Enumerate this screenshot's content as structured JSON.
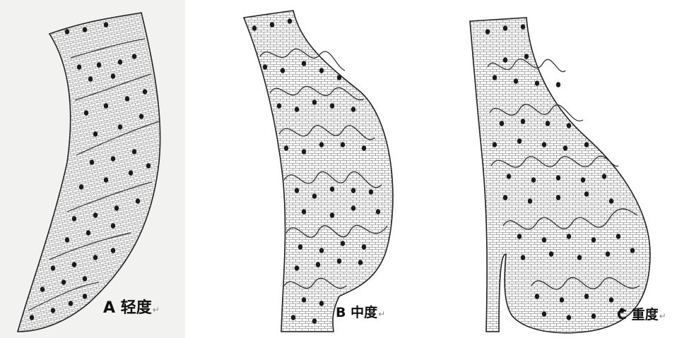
{
  "panels": [
    {
      "letter": "A",
      "label": "轻度",
      "return_mark": "↵"
    },
    {
      "letter": "B",
      "label": "中度",
      "return_mark": "↵"
    },
    {
      "letter": "C",
      "label": "重度",
      "return_mark": "↵"
    }
  ]
}
